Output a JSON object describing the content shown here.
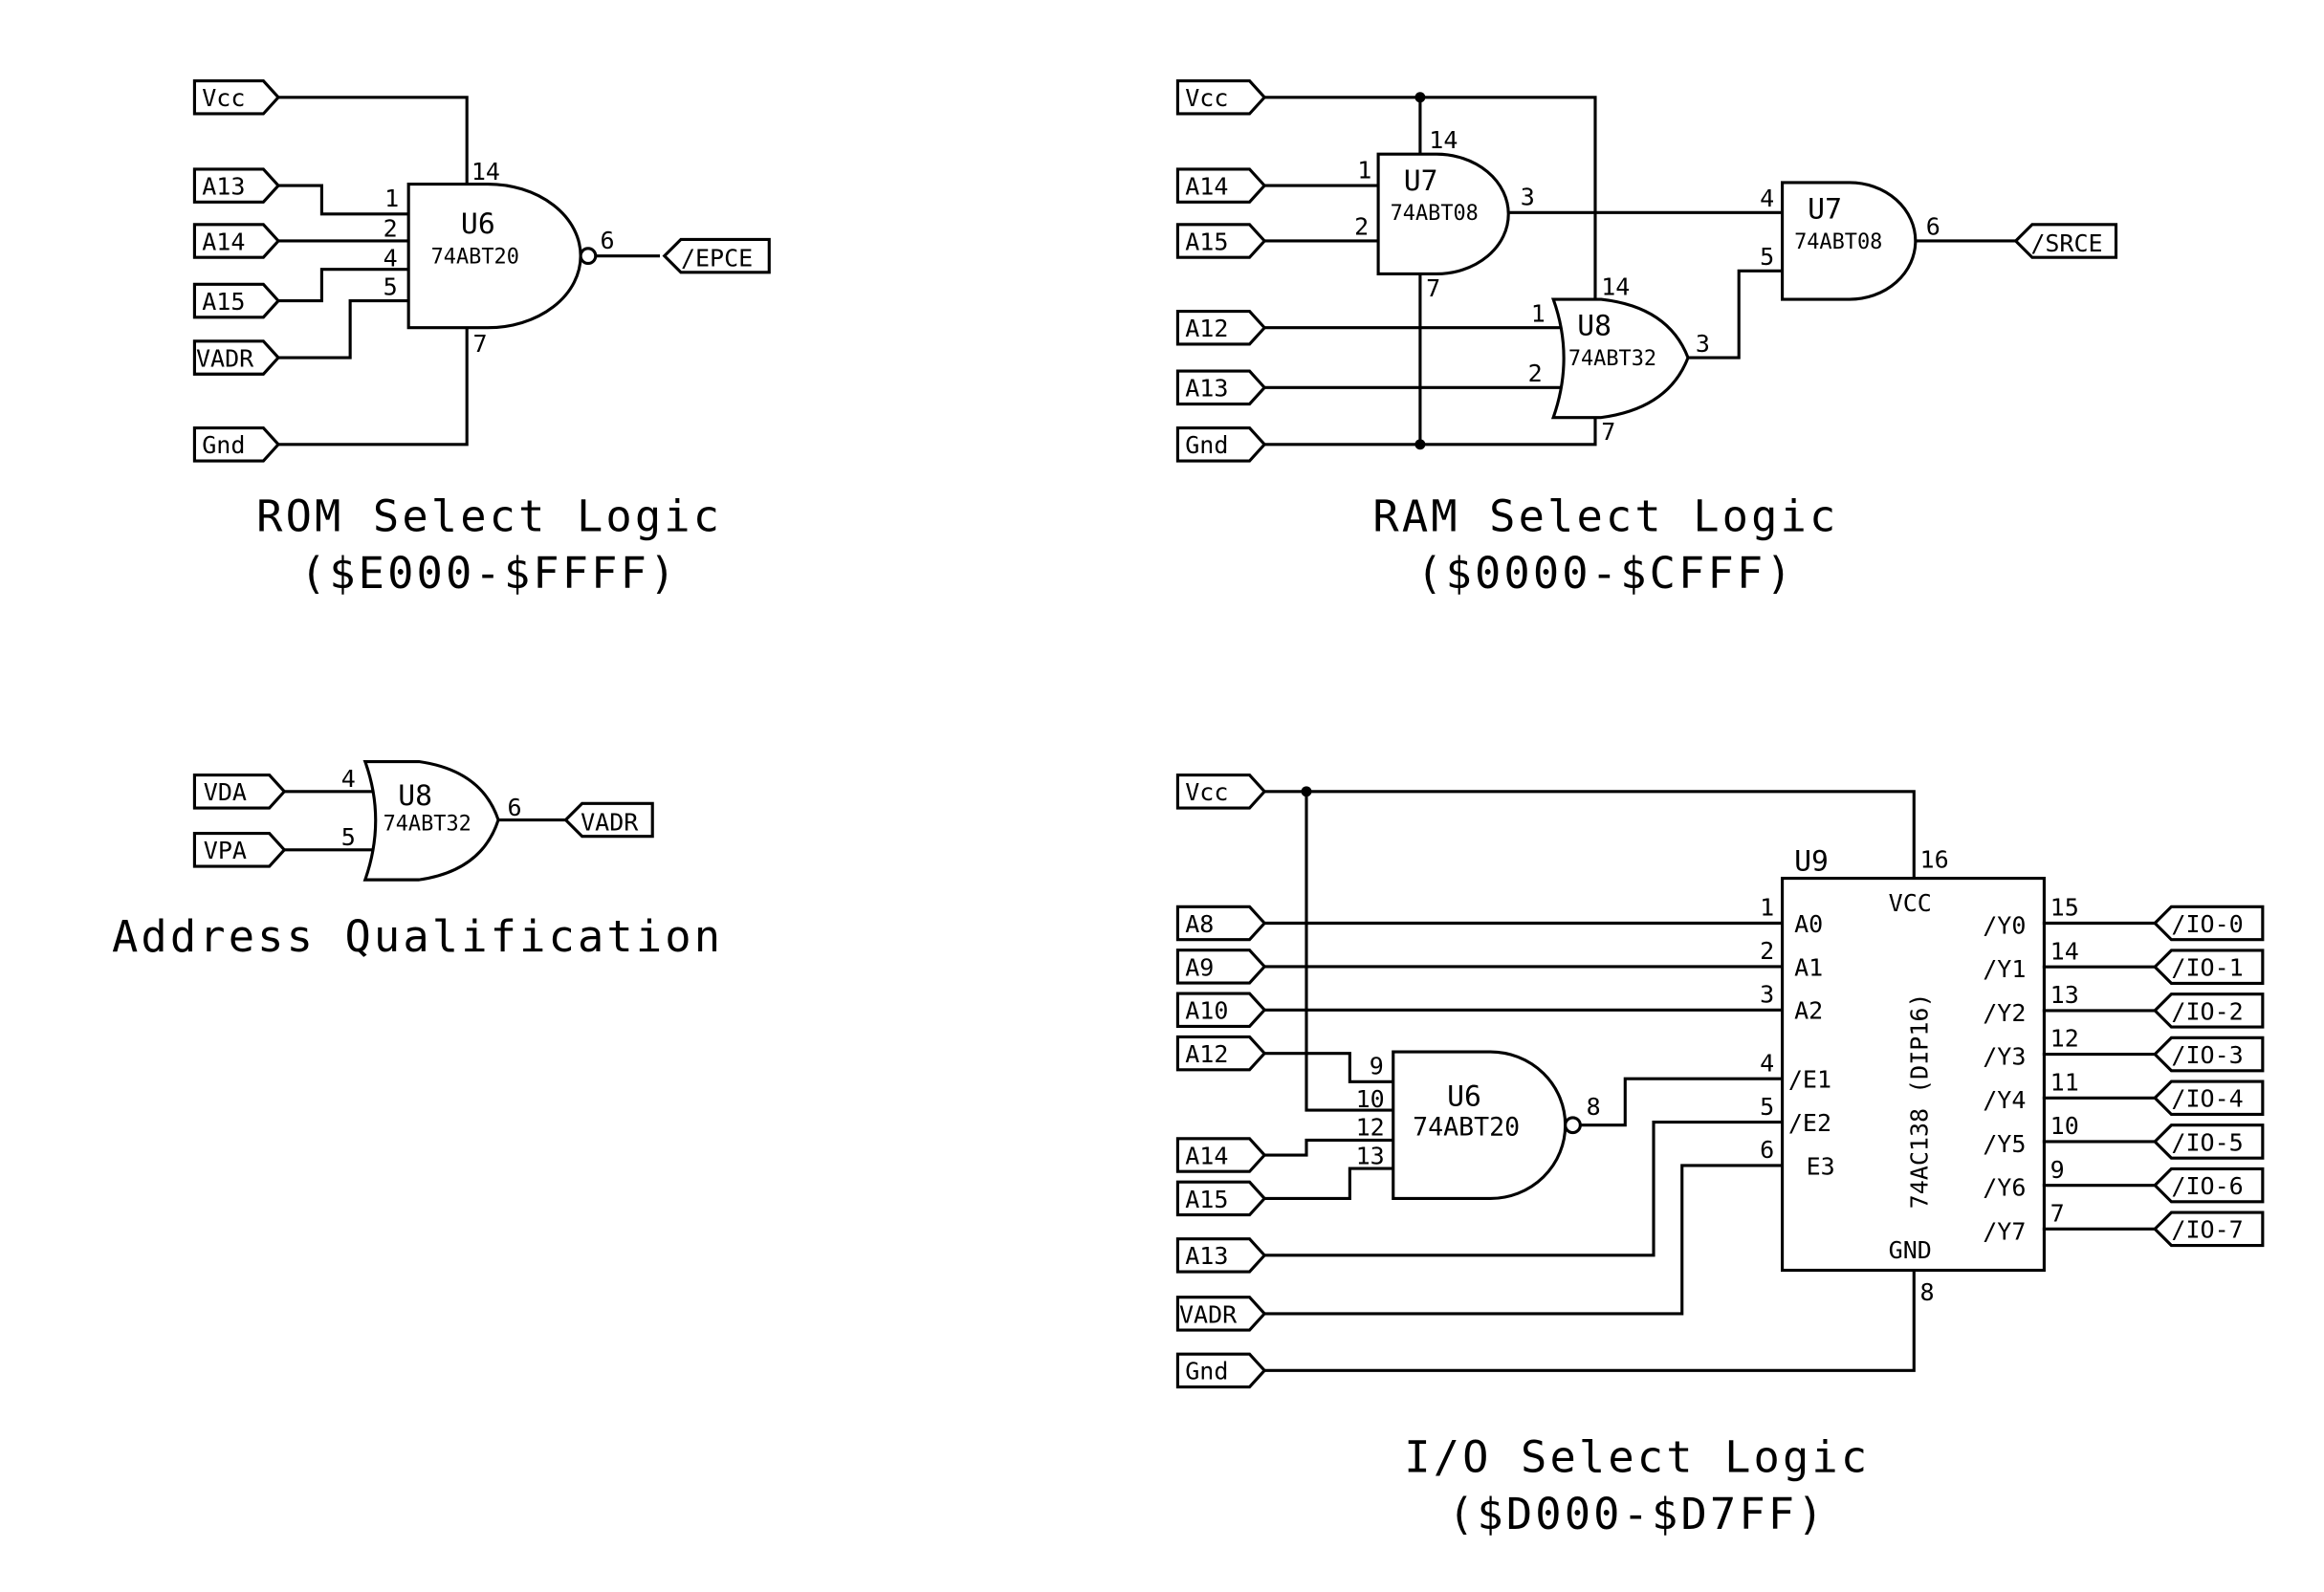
{
  "sections": {
    "rom": {
      "title": "ROM Select Logic",
      "range": "($E000-$FFFF)",
      "ports": {
        "vcc": "Vcc",
        "a13": "A13",
        "a14": "A14",
        "a15": "A15",
        "vadr": "VADR",
        "gnd": "Gnd",
        "out": "/EPCE"
      },
      "gate": {
        "ref": "U6",
        "part": "74ABT20",
        "type": "NAND4"
      },
      "pins": {
        "vcc": "14",
        "in1": "1",
        "in2": "2",
        "in3": "4",
        "in4": "5",
        "out": "6",
        "gnd": "7"
      }
    },
    "ram": {
      "title": "RAM Select Logic",
      "range": "($0000-$CFFF)",
      "ports": {
        "vcc": "Vcc",
        "a14": "A14",
        "a15": "A15",
        "a12": "A12",
        "a13": "A13",
        "gnd": "Gnd",
        "out": "/SRCE"
      },
      "gate1": {
        "ref": "U7",
        "part": "74ABT08",
        "type": "AND2",
        "pins": {
          "vcc": "14",
          "in1": "1",
          "in2": "2",
          "out": "3",
          "gnd": "7"
        }
      },
      "gate2": {
        "ref": "U8",
        "part": "74ABT32",
        "type": "OR2",
        "pins": {
          "vcc": "14",
          "in1": "1",
          "in2": "2",
          "out": "3",
          "gnd": "7"
        }
      },
      "gate3": {
        "ref": "U7",
        "part": "74ABT08",
        "type": "AND2",
        "pins": {
          "in1": "4",
          "in2": "5",
          "out": "6"
        }
      }
    },
    "addr": {
      "title": "Address Qualification",
      "ports": {
        "vda": "VDA",
        "vpa": "VPA",
        "out": "VADR"
      },
      "gate": {
        "ref": "U8",
        "part": "74ABT32",
        "type": "OR2"
      },
      "pins": {
        "in1": "4",
        "in2": "5",
        "out": "6"
      }
    },
    "io": {
      "title": "I/O Select Logic",
      "range": "($D000-$D7FF)",
      "ports": {
        "vcc": "Vcc",
        "a8": "A8",
        "a9": "A9",
        "a10": "A10",
        "a12": "A12",
        "a14": "A14",
        "a15": "A15",
        "a13": "A13",
        "vadr": "VADR",
        "gnd": "Gnd"
      },
      "gate": {
        "ref": "U6",
        "part": "74ABT20",
        "type": "NAND4",
        "pins": {
          "in1": "9",
          "in2": "10",
          "in3": "12",
          "in4": "13",
          "out": "8"
        }
      },
      "decoder": {
        "ref": "U9",
        "part": "74AC138 (DIP16)",
        "vcc_label": "VCC",
        "gnd_label": "GND",
        "vcc_pin": "16",
        "gnd_pin": "8",
        "inputs": [
          {
            "name": "A0",
            "pin": "1"
          },
          {
            "name": "A1",
            "pin": "2"
          },
          {
            "name": "A2",
            "pin": "3"
          },
          {
            "name": "/E1",
            "pin": "4"
          },
          {
            "name": "/E2",
            "pin": "5"
          },
          {
            "name": "E3",
            "pin": "6"
          }
        ],
        "outputs": [
          {
            "name": "/Y0",
            "pin": "15",
            "net": "/IO-0"
          },
          {
            "name": "/Y1",
            "pin": "14",
            "net": "/IO-1"
          },
          {
            "name": "/Y2",
            "pin": "13",
            "net": "/IO-2"
          },
          {
            "name": "/Y3",
            "pin": "12",
            "net": "/IO-3"
          },
          {
            "name": "/Y4",
            "pin": "11",
            "net": "/IO-4"
          },
          {
            "name": "/Y5",
            "pin": "10",
            "net": "/IO-5"
          },
          {
            "name": "/Y6",
            "pin": "9",
            "net": "/IO-6"
          },
          {
            "name": "/Y7",
            "pin": "7",
            "net": "/IO-7"
          }
        ]
      }
    }
  }
}
